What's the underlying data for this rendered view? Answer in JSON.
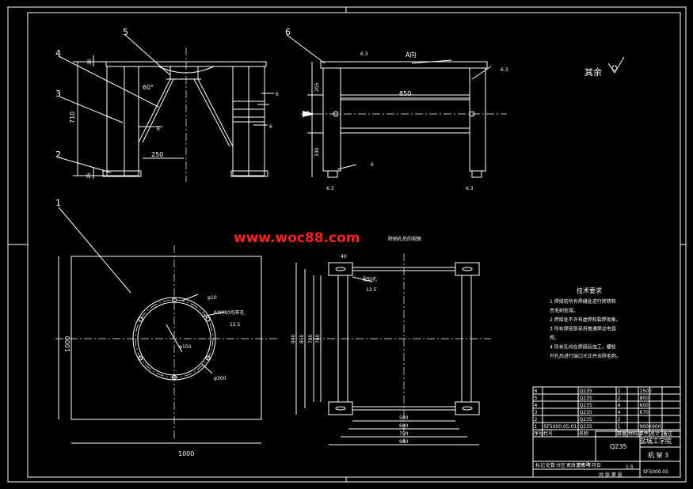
{
  "watermark": "www.woc88.com",
  "top_left_view": {
    "part_numbers": [
      "5",
      "4",
      "3",
      "2",
      "6"
    ],
    "dims": [
      "710",
      "250",
      "20",
      "60°",
      "25"
    ],
    "weld_notes": [
      "6",
      "6",
      "6"
    ]
  },
  "top_right_view": {
    "title": "A向",
    "section": "A",
    "dims": [
      "205",
      "850",
      "330"
    ],
    "weld_notes": [
      "6.3",
      "6.3",
      "6",
      "6.3",
      "6.3"
    ]
  },
  "remaining_finish": "其余",
  "bottom_left_view": {
    "part_number": "1",
    "dims_h": "1000",
    "dims_v": "1000",
    "hole_labels": [
      "φ150",
      "φ10",
      "φ300"
    ],
    "finish": "12.5",
    "hole_note": "6XM10均布孔"
  },
  "bottom_right_view": {
    "title": "除钢孔后的视图",
    "dims_v": [
      "940",
      "850",
      "780",
      "760"
    ],
    "dims_h": [
      "580",
      "600",
      "790",
      "980",
      "40"
    ],
    "hole_note": "配钻孔",
    "finish": "12.5"
  },
  "tech_req": {
    "title": "技术要求",
    "items": [
      "1 焊接前所有焊缝处进行除锈和",
      "去毛刺处理。",
      "2 焊接处不许有虚焊和裂焊现象。",
      "3 所有焊接部采用普通焊丝电弧",
      "焊。",
      "4 所有孔均在焊接后加工，螺栓",
      "开孔后进行端口光正并去除毛刺。"
    ]
  },
  "title_block": {
    "material": "Q235",
    "school": "盐城工学院",
    "drawing_name": "机 架 3",
    "drawing_no": "SF5000.05",
    "parts_rows": [
      [
        "6",
        "",
        "Q235",
        "2",
        "",
        "1500"
      ],
      [
        "5",
        "",
        "Q235",
        "2",
        "",
        "800"
      ],
      [
        "4",
        "",
        "Q235",
        "4",
        "",
        "600"
      ],
      [
        "3",
        "",
        "Q235",
        "4",
        "",
        "670"
      ],
      [
        "2",
        "",
        "Q235",
        "2",
        "",
        ""
      ],
      [
        "1",
        "SF5000.05-01",
        "Q235",
        "1",
        "",
        "900X900"
      ]
    ],
    "header_labels": [
      "序号",
      "代号",
      "名称",
      "数量",
      "材料",
      "单件",
      "总计",
      "备注"
    ],
    "small_labels": [
      "标记",
      "处数",
      "分区",
      "更改文件号",
      "签名",
      "年月日"
    ],
    "scale": "1:5",
    "sheet": "共 张 第 张"
  }
}
